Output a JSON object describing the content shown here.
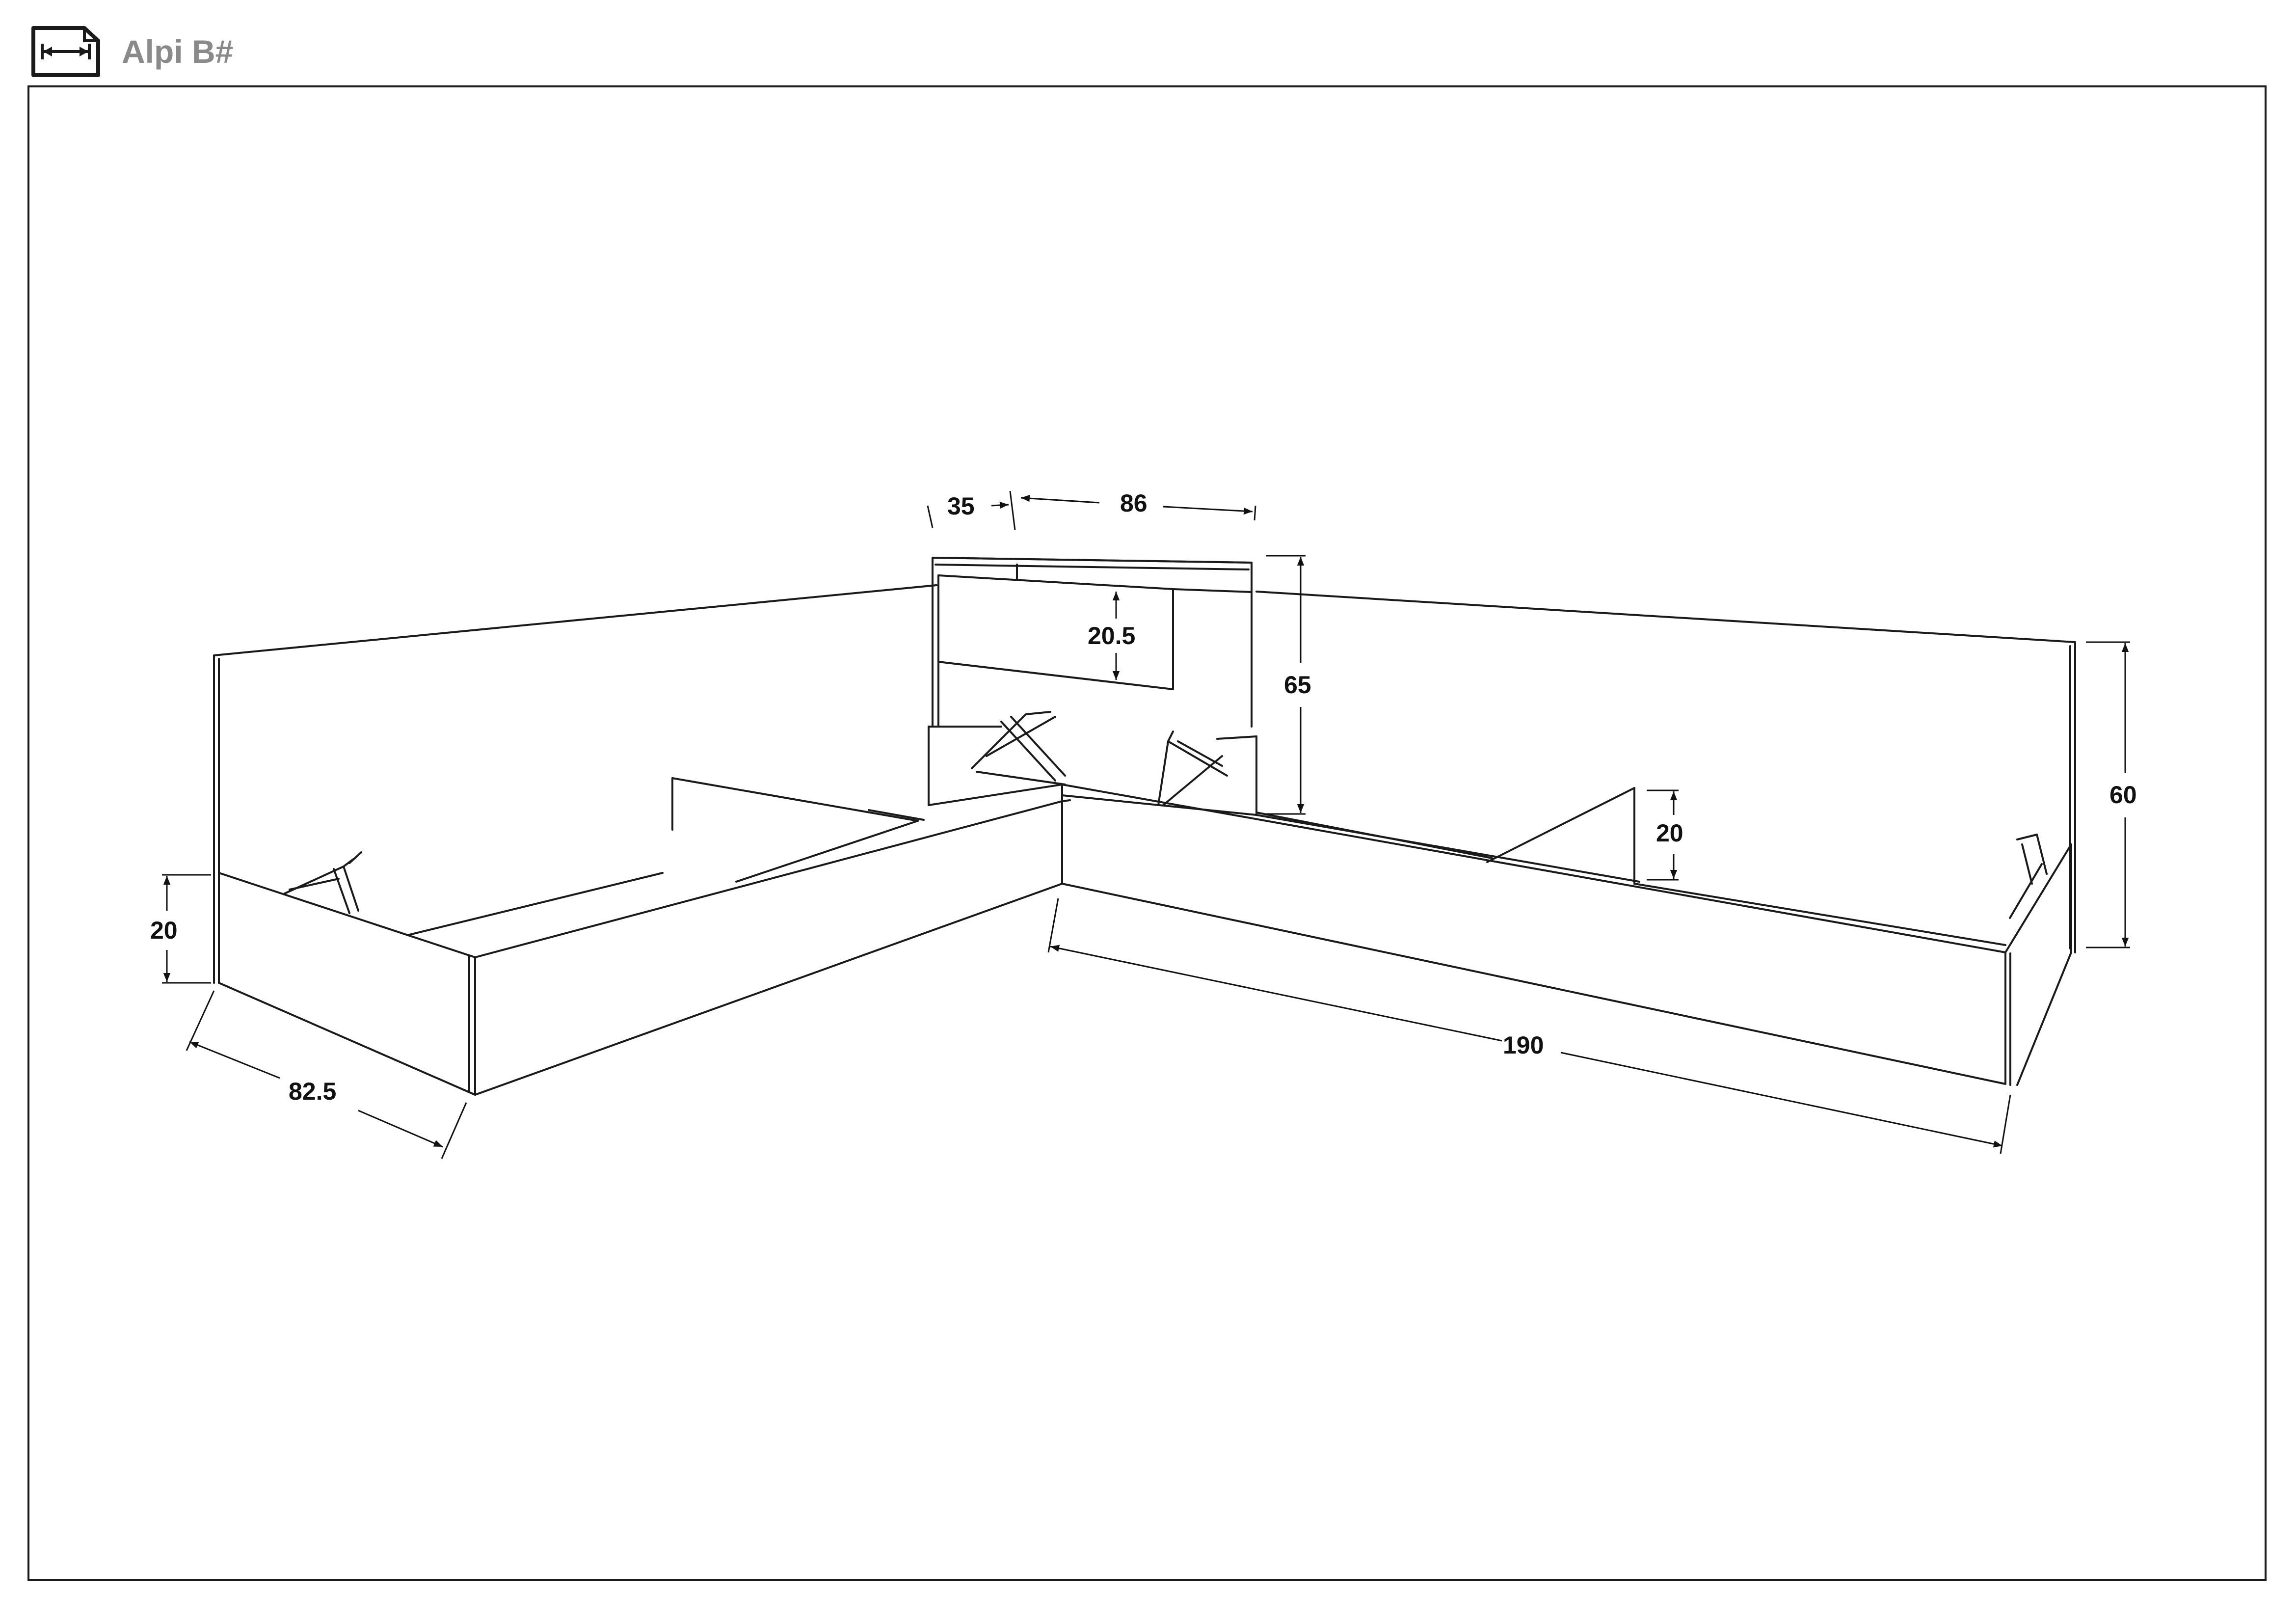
{
  "header": {
    "title": "Alpi B#",
    "icon": "dimension-arrows-icon"
  },
  "dimensions": {
    "bedside_depth": "35",
    "bedside_width": "86",
    "drawer_height": "20.5",
    "bedside_height": "65",
    "headboard_height": "60",
    "base_height_left": "20",
    "base_height_right": "20",
    "bed_width": "82.5",
    "bed_length": "190"
  },
  "colors": {
    "line": "#1a1a1a",
    "title": "#8a8a8a"
  }
}
